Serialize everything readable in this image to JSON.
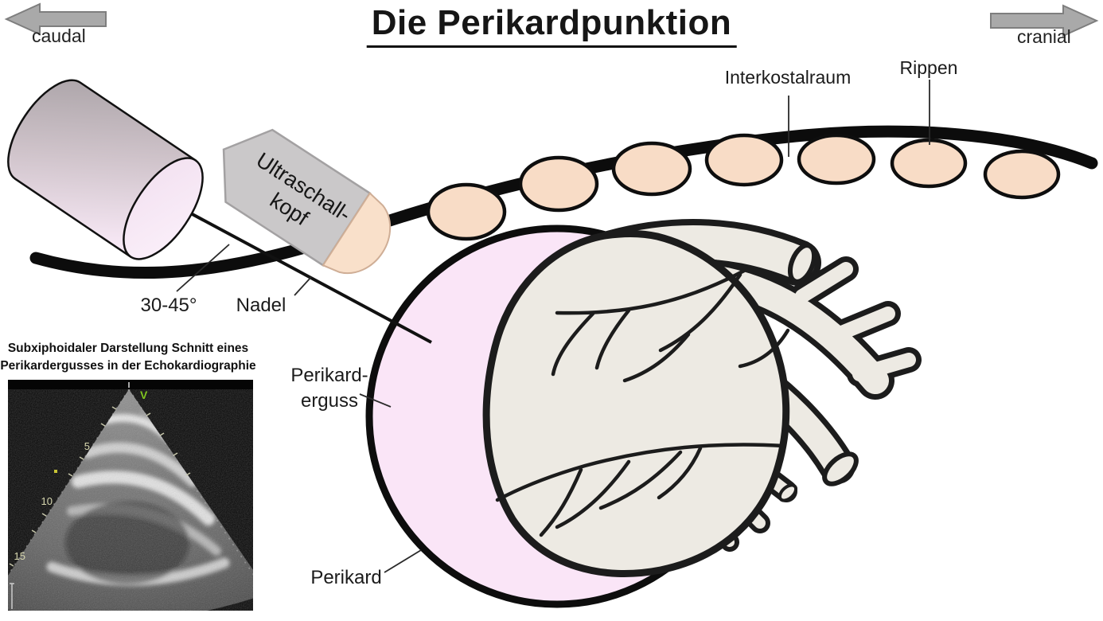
{
  "title": "Die Perikardpunktion",
  "orientation": {
    "left_label": "caudal",
    "right_label": "cranial"
  },
  "anatomy_labels": {
    "interkostalraum": "Interkostalraum",
    "rippen": "Rippen",
    "angle": "30-45°",
    "nadel": "Nadel",
    "perikarderguss_line1": "Perikard-",
    "perikarderguss_line2": "erguss",
    "perikard": "Perikard"
  },
  "probe": {
    "label_line1": "Ultraschall-",
    "label_line2": "kopf"
  },
  "echo": {
    "caption_line1": "Subxiphoidaler Darstellung Schnitt eines",
    "caption_line2": "Perikardergusses in der Echokardiographie",
    "orientation_marker": "V",
    "depth_labels": [
      "5",
      "10",
      "15"
    ]
  },
  "colors": {
    "outline_black": "#1c1c1c",
    "effusion_pink": "#fae5f7",
    "rib_peach": "#f8dcc6",
    "heart_cream": "#edeae3",
    "probe_gray": "#cac8c9",
    "probe_tip_peach": "#f9e0ca",
    "cylinder_pink": "#f9ecf8",
    "arrow_gray": "#a9a9a9",
    "echo_marker_green": "#7fc41f",
    "echo_scale_yellow": "#d8d8b0"
  }
}
